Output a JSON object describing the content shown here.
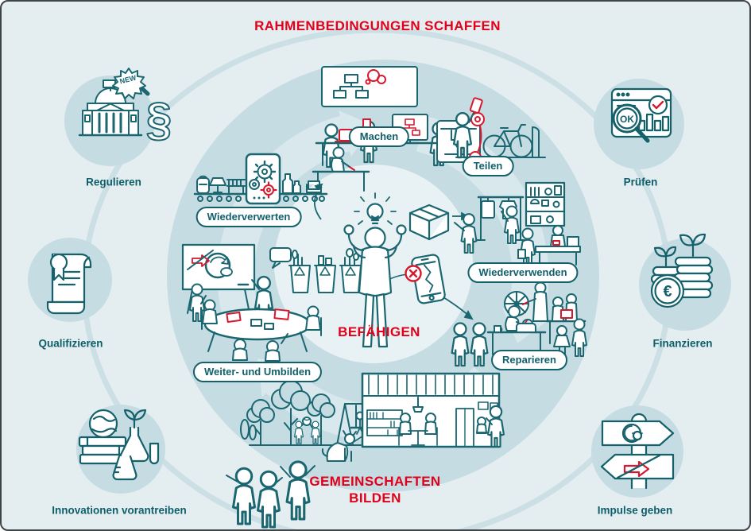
{
  "title": "RAHMENBEDINGUNGEN SCHAFFEN",
  "center": {
    "label": "BEFÄHIGEN"
  },
  "community": {
    "line1": "GEMEINSCHAFTEN",
    "line2": "BILDEN"
  },
  "cycle_stages": [
    {
      "id": "machen",
      "label": "Machen",
      "icon": "makerspace-workbench-icon"
    },
    {
      "id": "teilen",
      "label": "Teilen",
      "icon": "bike-sharing-icon"
    },
    {
      "id": "wiederverwenden",
      "label": "Wiederverwenden",
      "icon": "secondhand-shop-icon"
    },
    {
      "id": "reparieren",
      "label": "Reparieren",
      "icon": "repair-cafe-icon"
    },
    {
      "id": "weiter-und-umbilden",
      "label": "Weiter- und Umbilden",
      "icon": "classroom-round-table-icon"
    },
    {
      "id": "wiederverwerten",
      "label": "Wiederverwerten",
      "icon": "recycling-conveyor-icon"
    }
  ],
  "outer_nodes": [
    {
      "id": "regulieren",
      "label": "Regulieren",
      "icon": "government-building-paragraph-icon"
    },
    {
      "id": "qualifizieren",
      "label": "Qualifizieren",
      "icon": "certificate-scroll-icon"
    },
    {
      "id": "innovationen",
      "label": "Innovationen vorantreiben",
      "icon": "books-globe-flasks-icon"
    },
    {
      "id": "pruefen",
      "label": "Prüfen",
      "icon": "browser-ok-magnifier-icon"
    },
    {
      "id": "finanzieren",
      "label": "Finanzieren",
      "icon": "coins-sprout-euro-icon"
    },
    {
      "id": "impulse",
      "label": "Impulse geben",
      "icon": "signpost-icon"
    }
  ],
  "glyphs": {
    "new_badge": "NEW",
    "paragraph": "§",
    "ok": "OK",
    "euro": "€"
  },
  "colors": {
    "background": "#e4eef1",
    "circle": "#c6dce3",
    "band": "#d9e8ec",
    "inner": "#e8f1f3",
    "stroke_teal": "#1a6671",
    "text_teal": "#0e5e69",
    "accent_red": "#e2001a",
    "detail_red": "#d5192e"
  }
}
